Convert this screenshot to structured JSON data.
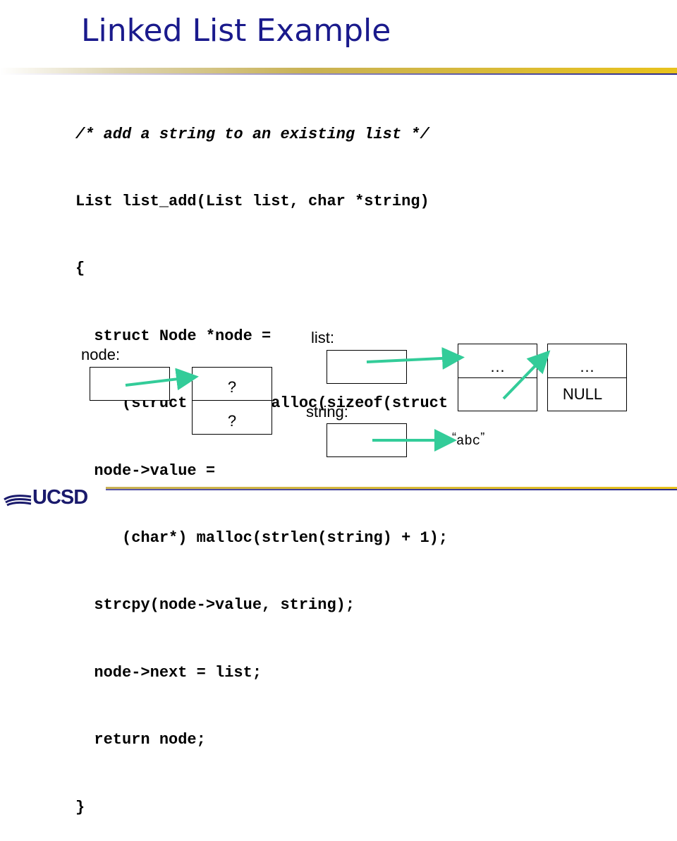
{
  "slide": {
    "title": "Linked List Example",
    "logo_text": "UCSD"
  },
  "code_lines": [
    "/* add a string to an existing list */",
    "List list_add(List list, char *string)",
    "{",
    "  struct Node *node =",
    "     (struct Node*) malloc(sizeof(struct Node));",
    "  node->value =",
    "     (char*) malloc(strlen(string) + 1);",
    "  strcpy(node->value, string);",
    "  node->next = list;",
    "  return node;",
    "}"
  ],
  "diagram": {
    "node_label": "node:",
    "list_label": "list:",
    "string_label": "string:",
    "new_node_value": "?",
    "new_node_next": "?",
    "list_node1_value": "…",
    "list_node2_value": "…",
    "list_node2_next": "NULL",
    "string_literal": "abc",
    "open_quote": "“",
    "close_quote": "”",
    "arrow_color": "#33cc99"
  }
}
